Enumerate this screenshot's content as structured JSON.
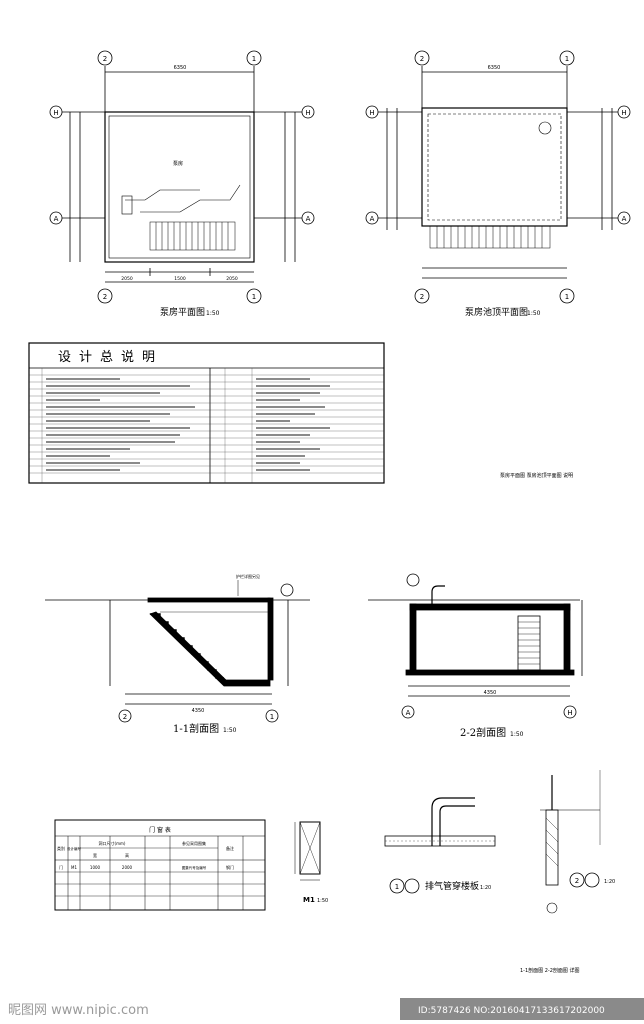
{
  "plans": {
    "pump_plan": {
      "title": "泵房平面图",
      "scale": "1:50",
      "room_label": "泵房",
      "width_dim": "6350",
      "bottom_dims": [
        "2050",
        "1500",
        "2050"
      ]
    },
    "roof_plan": {
      "title": "泵房池顶平面图",
      "scale": "1:50",
      "width_dim": "6350"
    },
    "axes": {
      "h": "H",
      "a": "A",
      "one": "1",
      "two": "2"
    }
  },
  "notes": {
    "title": "设计总说明",
    "caption": "泵房平面图  泵房池顶平面图  说明"
  },
  "sections": {
    "s11": {
      "title": "1-1剖面图",
      "scale": "1:50",
      "width_dim": "4350",
      "label_top": "护栏详图另见"
    },
    "s22": {
      "title": "2-2剖面图",
      "scale": "1:50",
      "width_dim": "4350"
    }
  },
  "door_table": {
    "title": "门 窗 表",
    "headers": [
      "类别",
      "设计编号",
      "洞口尺寸(mm)",
      "参见采用图集",
      "备注"
    ],
    "subheaders": [
      "宽",
      "高"
    ],
    "row": [
      "门",
      "M1",
      "1000",
      "2000",
      "图集代号及编号",
      "钢门"
    ]
  },
  "details": {
    "m1_label": "M1",
    "m1_scale": "1:50",
    "vent_title": "排气管穿楼板",
    "vent_num": "1",
    "vent_scale": "1:20",
    "detail2_num": "2",
    "detail2_scale": "1:20",
    "caption": "1-1剖面图  2-2剖面图  详图"
  },
  "watermark": {
    "left": "昵图网 www.nipic.com",
    "right": "ID:5787426 NO:20160417133617202000"
  }
}
